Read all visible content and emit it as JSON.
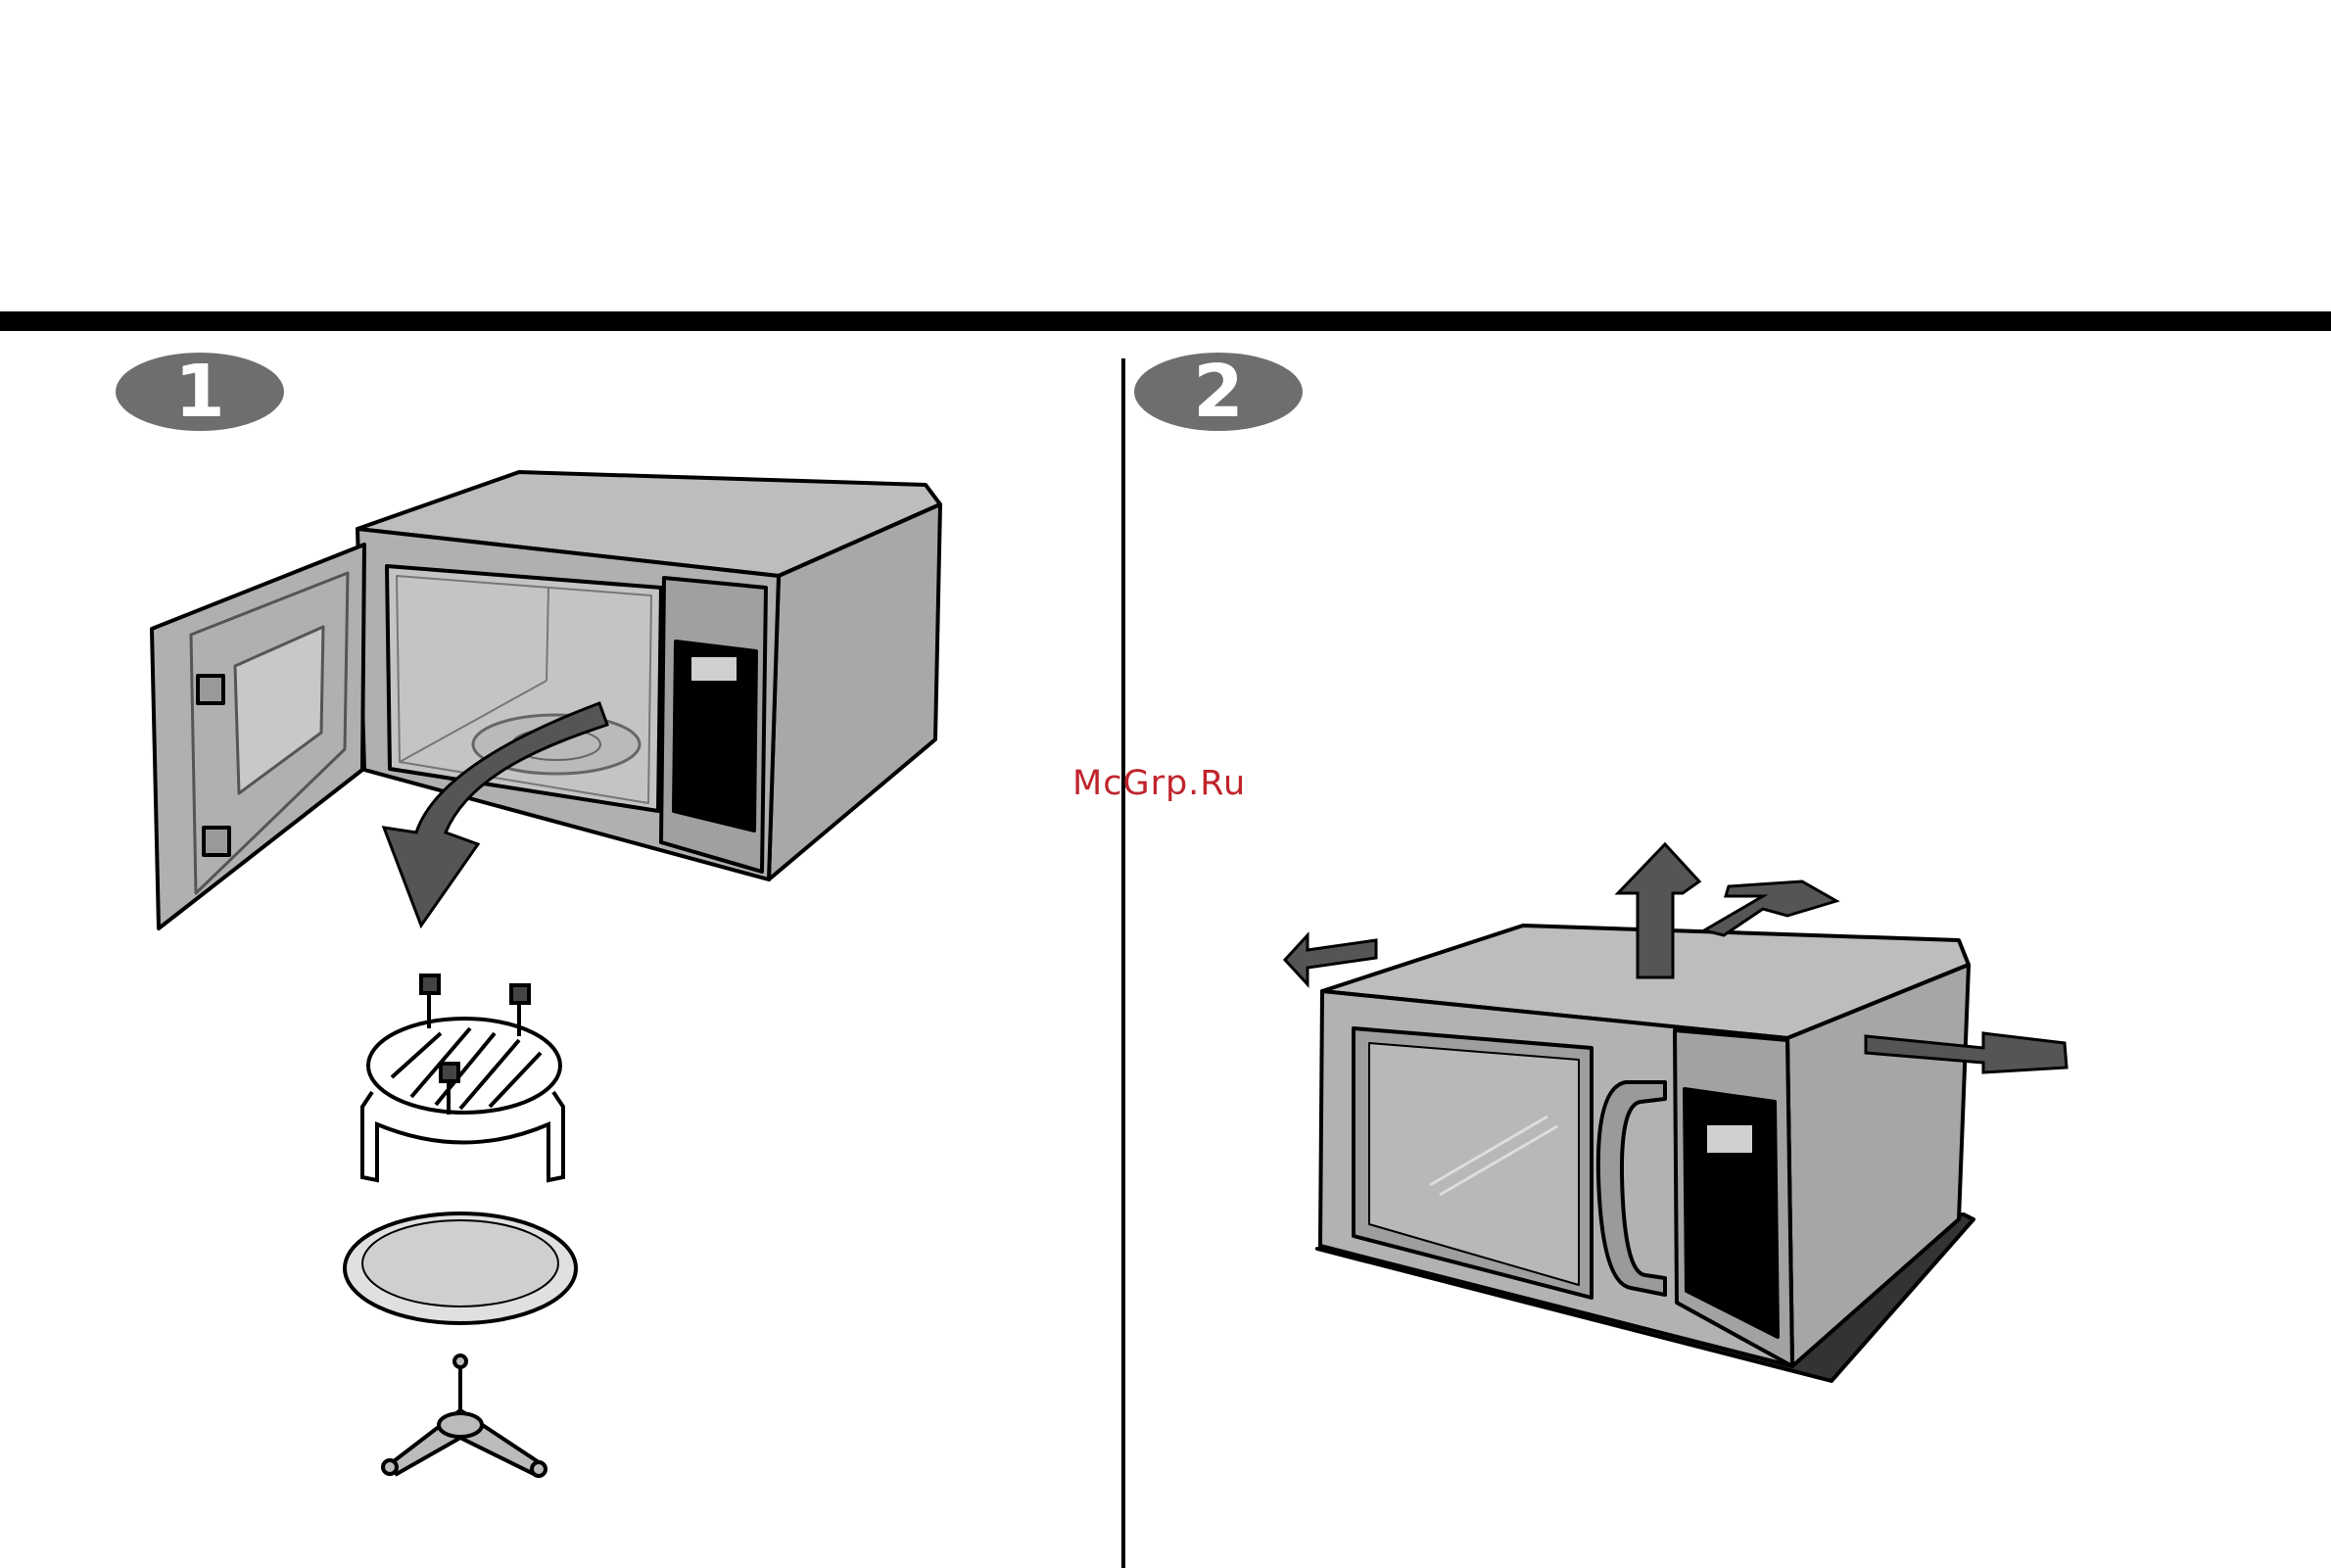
{
  "steps": [
    {
      "number": "1"
    },
    {
      "number": "2"
    }
  ],
  "watermark": "McGrp.Ru",
  "colors": {
    "badge": "#6e6e6e",
    "body_gray": "#b4b4b4",
    "dark_gray": "#7a7a7a",
    "panel_black": "#000000",
    "watermark_red": "#c0242c"
  },
  "icons": {
    "step1": [
      "open-microwave-icon",
      "down-arrow-icon",
      "wire-rack-icon",
      "glass-tray-icon",
      "roller-ring-icon"
    ],
    "step2": [
      "closed-microwave-icon",
      "clearance-arrow-icon"
    ]
  }
}
